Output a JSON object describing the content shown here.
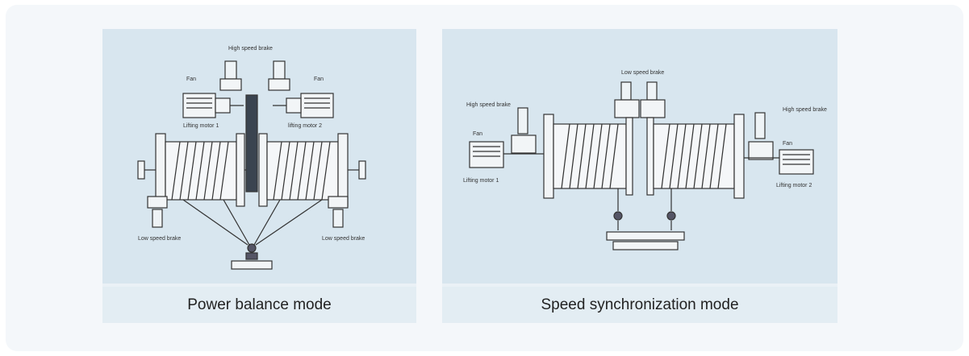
{
  "panels": [
    {
      "caption": "Power balance mode",
      "labels": {
        "high_speed_brake": "High speed brake",
        "fan_left": "Fan",
        "fan_right": "Fan",
        "motor1": "Lifting motor 1",
        "motor2": "lifting motor 2",
        "low_brake_left": "Low speed brake",
        "low_brake_right": "Low speed brake"
      }
    },
    {
      "caption": "Speed synchronization mode",
      "labels": {
        "low_speed_brake": "Low speed brake",
        "high_brake_left": "High speed brake",
        "high_brake_right": "High speed brake",
        "fan_left": "Fan",
        "fan_right": "Fan",
        "motor1": "Lifting motor 1",
        "motor2": "Lifting motor 2"
      }
    }
  ],
  "colors": {
    "outer_bg": "#f4f7fa",
    "figure_bg": "#d8e6ef",
    "caption_bg": "#e3edf3",
    "line": "#333333"
  }
}
